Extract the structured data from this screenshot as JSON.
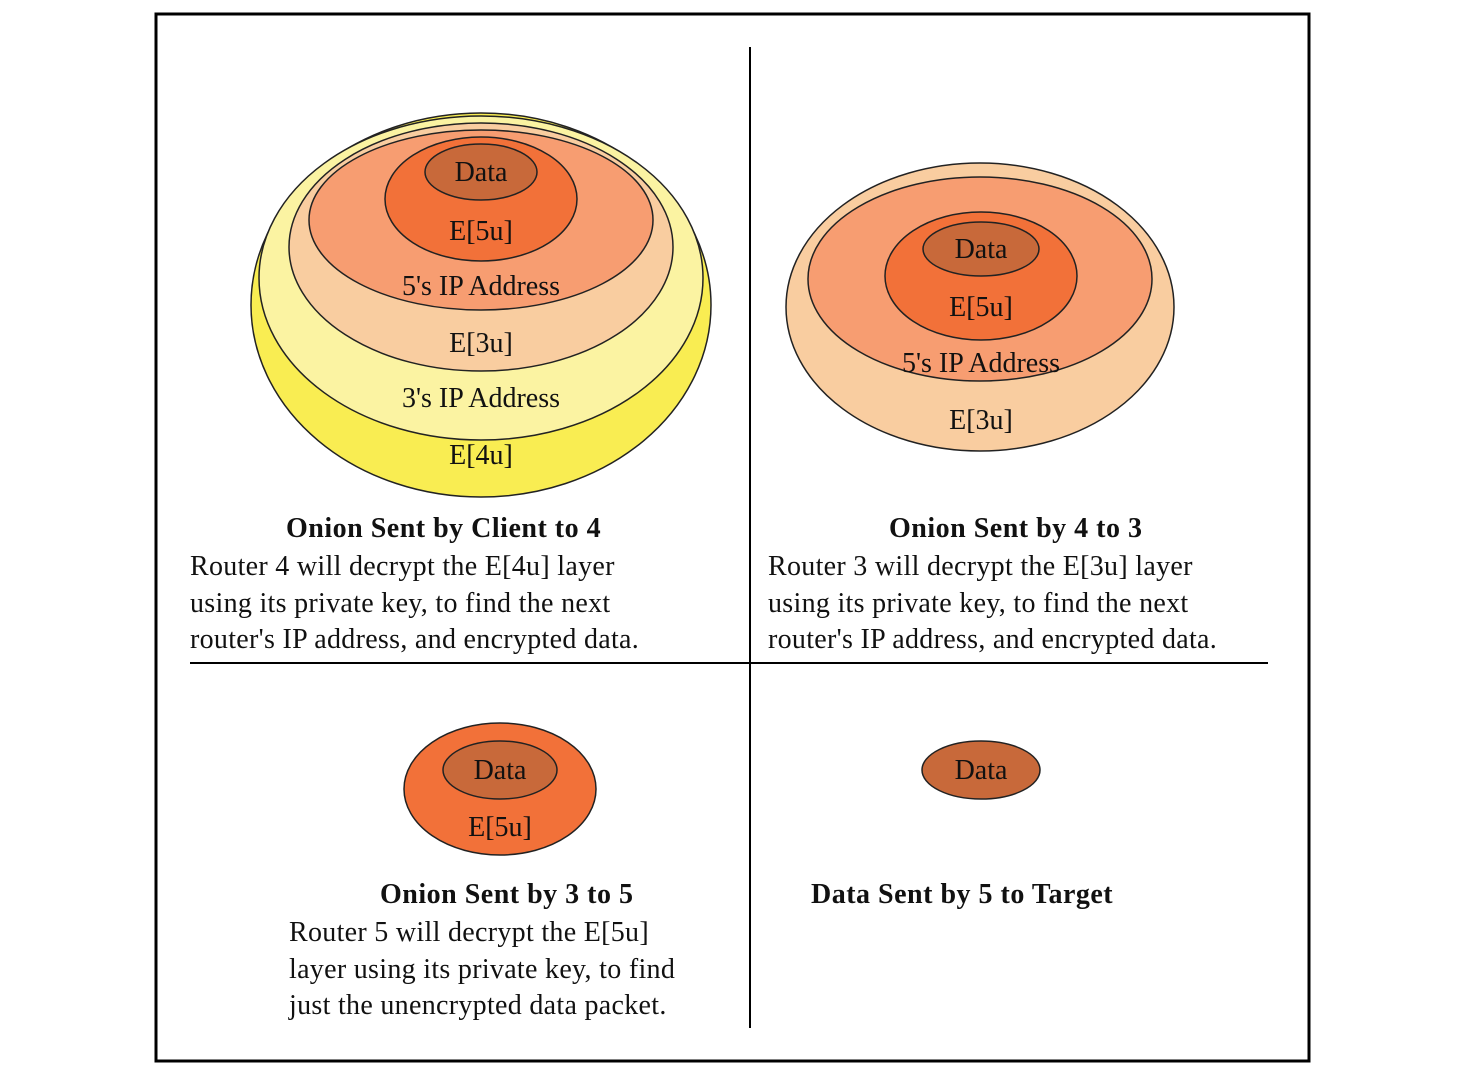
{
  "panels": {
    "client_to_4": {
      "layers": {
        "data": "Data",
        "e5u": "E[5u]",
        "ip5": "5's IP Address",
        "e3u": "E[3u]",
        "ip3": "3's IP Address",
        "e4u": "E[4u]"
      },
      "title": "Onion Sent by Client to 4",
      "desc": [
        "Router 4 will decrypt the E[4u] layer",
        "using its private key, to find the next",
        "router's IP address, and encrypted data."
      ]
    },
    "four_to_3": {
      "layers": {
        "data": "Data",
        "e5u": "E[5u]",
        "ip5": "5's IP Address",
        "e3u": "E[3u]"
      },
      "title": "Onion Sent by 4 to 3",
      "desc": [
        "Router 3 will decrypt the E[3u] layer",
        "using its private key, to find the next",
        "router's IP address, and encrypted data."
      ]
    },
    "three_to_5": {
      "layers": {
        "data": "Data",
        "e5u": "E[5u]"
      },
      "title": "Onion Sent by 3 to 5",
      "desc": [
        "Router 5 will decrypt the E[5u]",
        "layer using its private key, to find",
        "just the unencrypted data packet."
      ]
    },
    "five_to_target": {
      "layers": {
        "data": "Data"
      },
      "title": "Data Sent by 5 to Target"
    }
  },
  "colors": {
    "data": "#c8693a",
    "e5u": "#f27139",
    "ip5": "#f79d71",
    "e3u": "#f9cda0",
    "ip3": "#fbf3a2",
    "e4u": "#f9ed52",
    "outline": "#222222"
  }
}
